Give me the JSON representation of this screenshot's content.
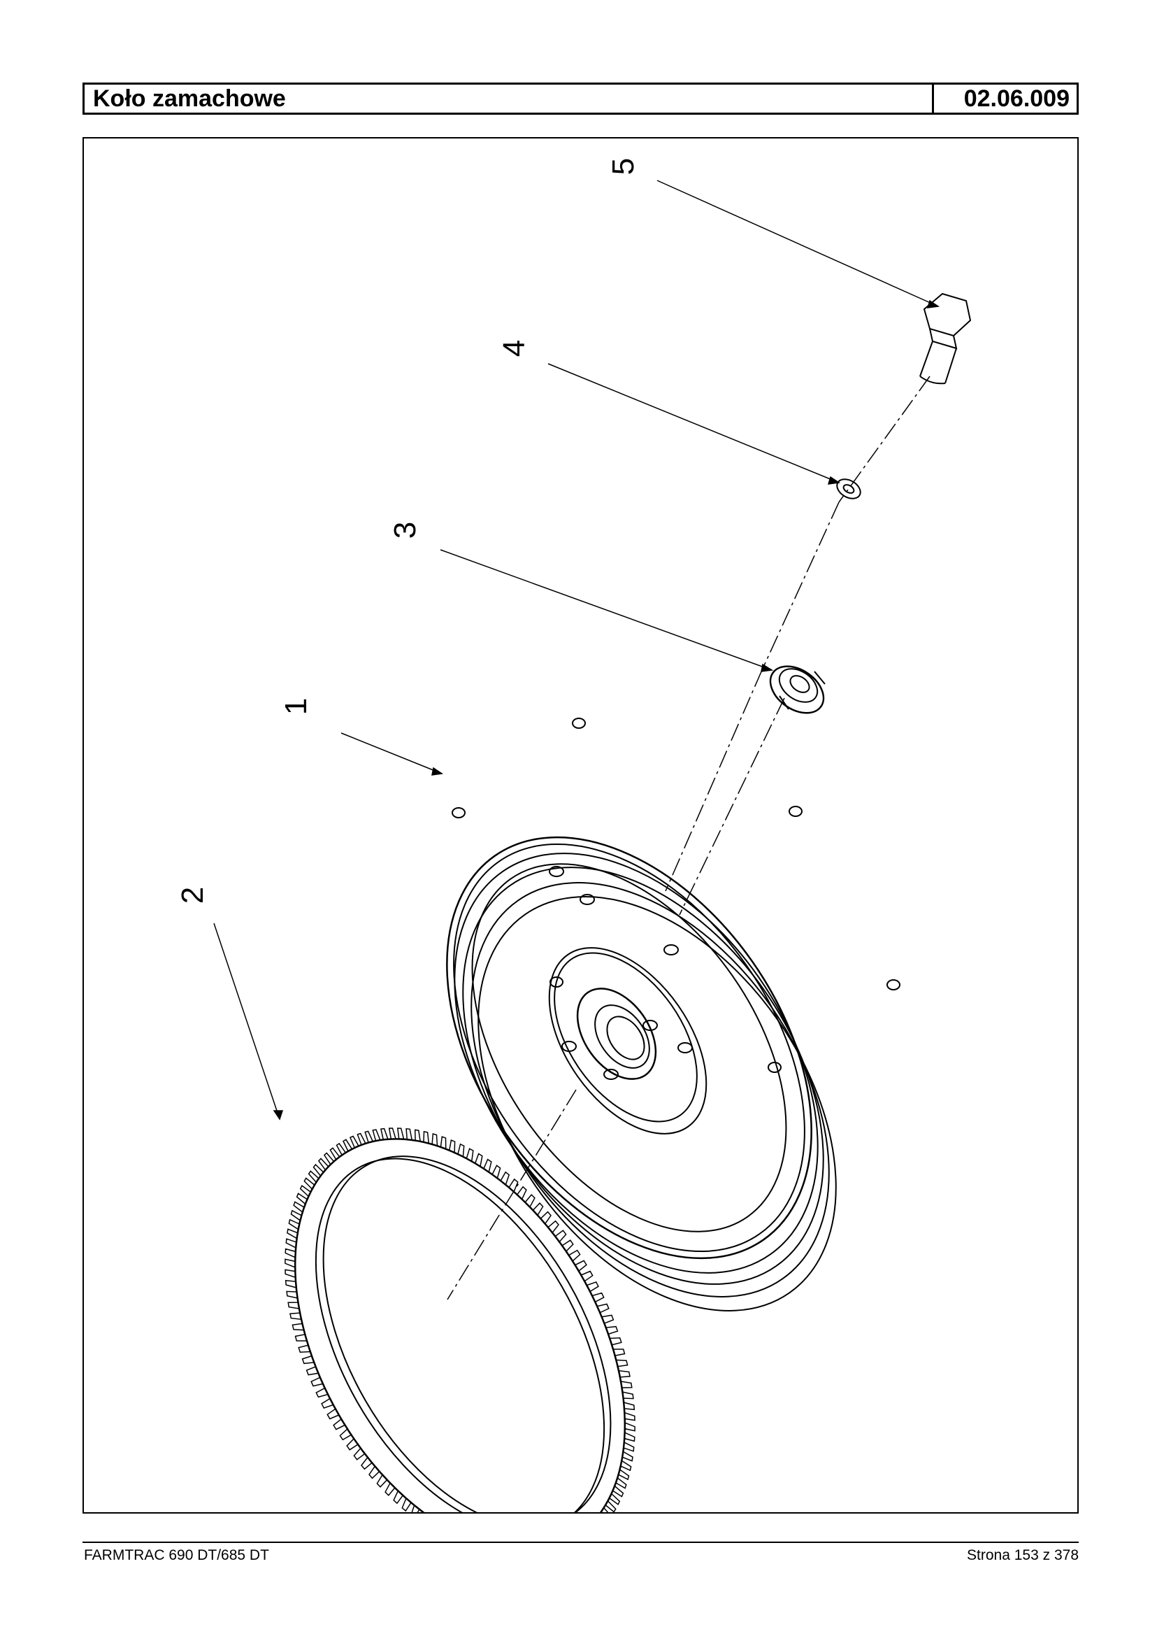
{
  "header": {
    "title": "Koło zamachowe",
    "code": "02.06.009"
  },
  "diagram": {
    "callouts": [
      "1",
      "2",
      "3",
      "4",
      "5"
    ]
  },
  "footer": {
    "model": "FARMTRAC 690 DT/685 DT",
    "page": "Strona 153 z 378"
  }
}
